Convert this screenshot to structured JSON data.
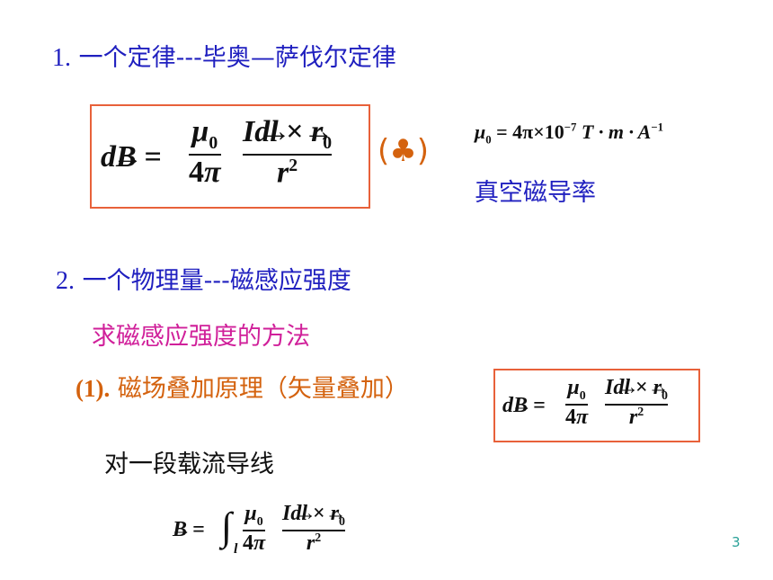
{
  "slide": {
    "heading1": {
      "number": "1.",
      "text": "一个定律---毕奥—萨伐尔定律"
    },
    "biot_savart": {
      "lhs": "dB =",
      "mu": "μ",
      "sub0": "0",
      "four_pi": "4π",
      "numer": "Idl × r",
      "denom": "r",
      "exp2": "2"
    },
    "club_label": "(♣)",
    "permeability": {
      "formula_lhs": "μ",
      "formula_rhs": "= 4π×10",
      "exp": "−7",
      "units": "T · m · A",
      "units_exp": "−1",
      "caption": "真空磁导率"
    },
    "heading2": {
      "number": "2.",
      "text": "一个物理量---磁感应强度"
    },
    "method_title": "求磁感应强度的方法",
    "principle": {
      "label": "(1).",
      "text": "磁场叠加原理（矢量叠加）"
    },
    "wire_text": "对一段载流导线",
    "integral_formula": {
      "lhs": "B =",
      "int": "∫",
      "sub_l": "l"
    },
    "page_number": "3",
    "colors": {
      "heading": "#1f1fbf",
      "method": "#d0209a",
      "principle": "#d4620e",
      "box_border": "#e8613a",
      "club": "#d4620e",
      "caption": "#1f1fbf",
      "page_number": "#2aa198"
    }
  }
}
